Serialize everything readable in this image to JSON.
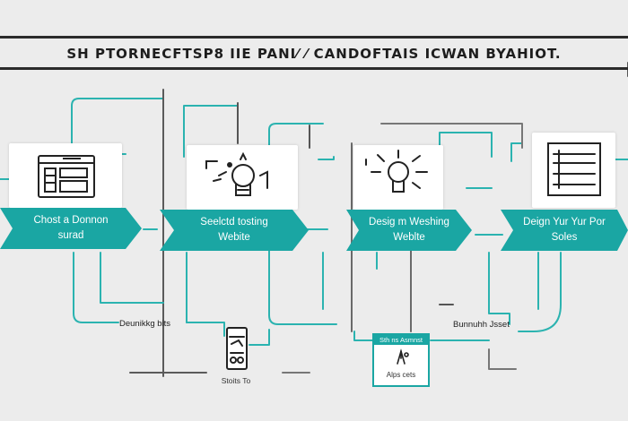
{
  "header": {
    "title": "SH PTORNECFTSP8 IIE PANI⁄ ⁄ CANDOFTAIS  ICWAN BYAHIOT."
  },
  "steps": [
    {
      "line1": "Chost a Donnon",
      "line2": "surad",
      "icon": "layout-grid-icon"
    },
    {
      "line1": "Seelctd tosting",
      "line2": "Webite",
      "icon": "lightbulb-gear-icon"
    },
    {
      "line1": "Desig m Weshing",
      "line2": "Weblte",
      "icon": "lightbulb-rays-icon"
    },
    {
      "line1": "Deign Yur Yur Por",
      "line2": "Soles",
      "icon": "checklist-icon"
    }
  ],
  "labels": {
    "left": "Deunikkg bits",
    "right": "Bunnuhh Jsset"
  },
  "sub_items": {
    "device": {
      "caption": "Stoits To",
      "icon": "device-icon"
    },
    "panel": {
      "title": "Sth ns Asmnst",
      "caption": "Alps cets",
      "icon": "pen-tool-icon"
    }
  },
  "colors": {
    "teal": "#1aa6a3",
    "ink": "#1d1d1d",
    "line_gray": "#555555",
    "bg": "#ececec"
  }
}
